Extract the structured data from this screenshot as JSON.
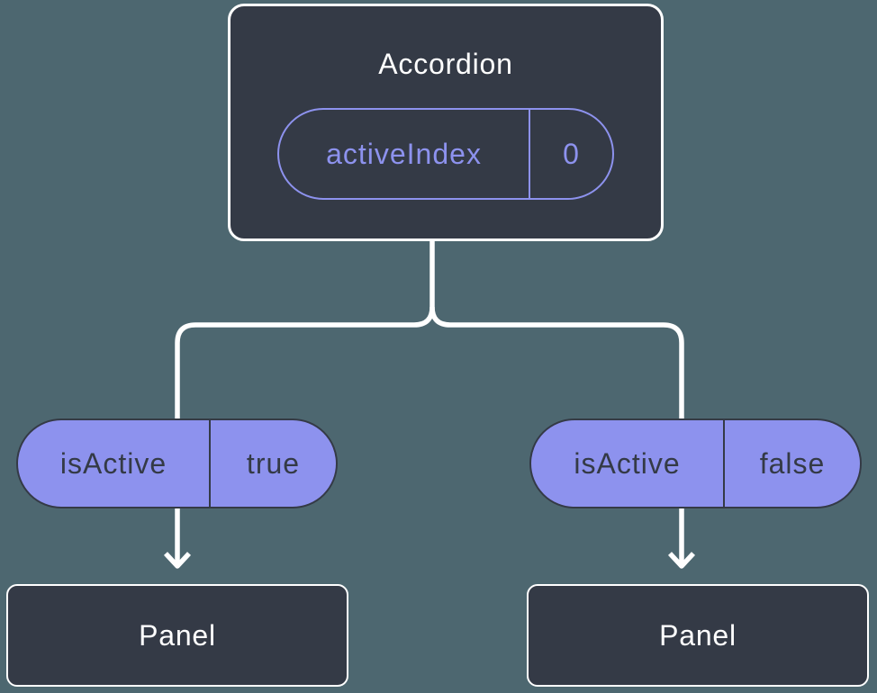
{
  "colors": {
    "background": "#4D6770",
    "node_fill": "#343A46",
    "node_border": "#FFFFFF",
    "accent": "#8D92EE",
    "pill_fill": "#8D92EE",
    "pill_border": "#343A46",
    "pill_text": "#343A46",
    "connector": "#FFFFFF",
    "text_light": "#FFFFFF"
  },
  "icons": {
    "arrow": "chevron-down-arrowhead"
  },
  "diagram": {
    "root": {
      "title": "Accordion",
      "state": {
        "name": "activeIndex",
        "value": "0"
      }
    },
    "props": [
      {
        "name": "isActive",
        "value": "true"
      },
      {
        "name": "isActive",
        "value": "false"
      }
    ],
    "children": [
      {
        "title": "Panel"
      },
      {
        "title": "Panel"
      }
    ]
  }
}
